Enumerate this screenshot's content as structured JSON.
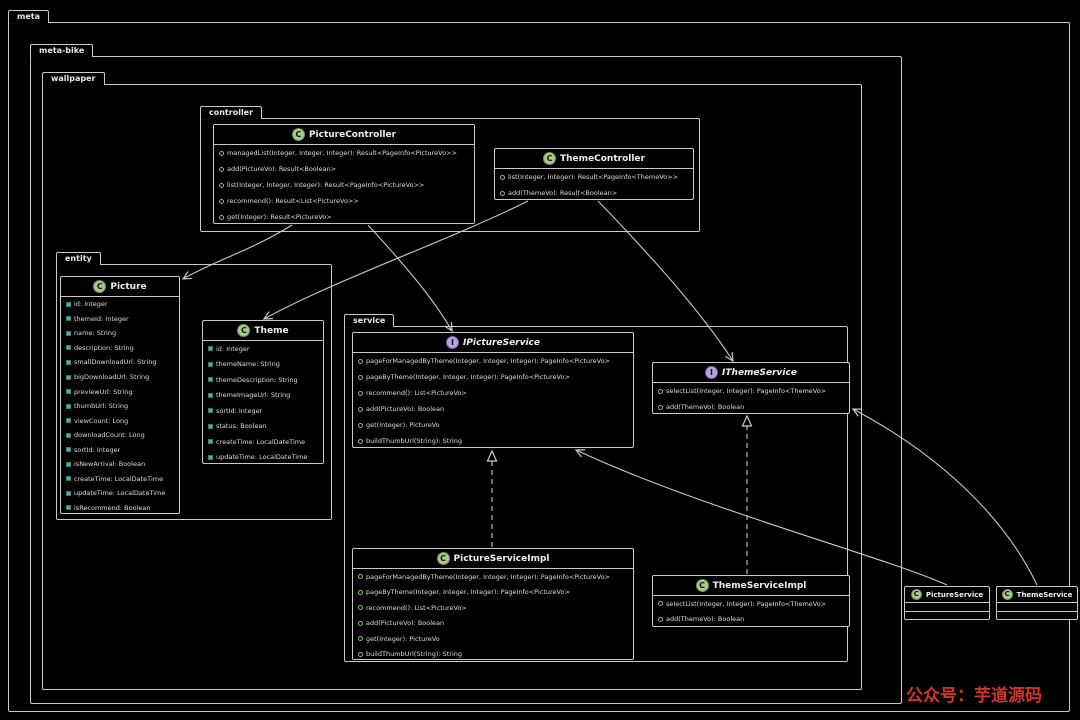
{
  "watermark": "公众号：芋道源码",
  "packages": {
    "meta": "meta",
    "metabike": "meta-bike",
    "wallpaper": "wallpaper",
    "controller": "controller",
    "entity": "entity",
    "service": "service"
  },
  "classes": {
    "pictureController": {
      "icon": "C",
      "name": "PictureController",
      "member_kind": "method",
      "members": [
        "managedList(Integer, Integer, Integer): Result<PageInfo<PictureVo>>",
        "add(PictureVo): Result<Boolean>",
        "list(Integer, Integer, Integer): Result<PageInfo<PictureVo>>",
        "recommend(): Result<List<PictureVo>>",
        "get(Integer): Result<PictureVo>"
      ]
    },
    "themeController": {
      "icon": "C",
      "name": "ThemeController",
      "member_kind": "method",
      "members": [
        "list(Integer, Integer): Result<PageInfo<ThemeVo>>",
        "add(ThemeVo): Result<Boolean>"
      ]
    },
    "picture": {
      "icon": "C",
      "name": "Picture",
      "member_kind": "field",
      "members": [
        "id: Integer",
        "themeId: Integer",
        "name: String",
        "description: String",
        "smallDownloadUrl: String",
        "bigDownloadUrl: String",
        "previewUrl: String",
        "thumbUrl: String",
        "viewCount: Long",
        "downloadCount: Long",
        "sortId: Integer",
        "isNewArrival: Boolean",
        "createTime: LocalDateTime",
        "updateTime: LocalDateTime",
        "isRecommend: Boolean"
      ]
    },
    "theme": {
      "icon": "C",
      "name": "Theme",
      "member_kind": "field",
      "members": [
        "id: Integer",
        "themeName: String",
        "themeDescription: String",
        "themeImageUrl: String",
        "sortId: Integer",
        "status: Boolean",
        "createTime: LocalDateTime",
        "updateTime: LocalDateTime"
      ]
    },
    "iPictureService": {
      "icon": "I",
      "name": "IPictureService",
      "member_kind": "method",
      "members": [
        "pageForManagedByTheme(Integer, Integer, Integer): PageInfo<PictureVo>",
        "pageByTheme(Integer, Integer, Integer): PageInfo<PictureVo>",
        "recommend(): List<PictureVo>",
        "add(PictureVo): Boolean",
        "get(Integer): PictureVo",
        "buildThumbUrl(String): String"
      ]
    },
    "iThemeService": {
      "icon": "I",
      "name": "IThemeService",
      "member_kind": "method",
      "members": [
        "selectList(Integer, Integer): PageInfo<ThemeVo>",
        "add(ThemeVo): Boolean"
      ]
    },
    "pictureServiceImpl": {
      "icon": "C",
      "name": "PictureServiceImpl",
      "member_kind": "method",
      "members": [
        "pageForManagedByTheme(Integer, Integer, Integer): PageInfo<PictureVo>",
        "pageByTheme(Integer, Integer, Integer): PageInfo<PictureVo>",
        "recommend(): List<PictureVo>",
        "add(PictureVo): Boolean",
        "get(Integer): PictureVo",
        "buildThumbUrl(String): String"
      ]
    },
    "themeServiceImpl": {
      "icon": "C",
      "name": "ThemeServiceImpl",
      "member_kind": "method",
      "members": [
        "selectList(Integer, Integer): PageInfo<ThemeVo>",
        "add(ThemeVo): Boolean"
      ]
    },
    "pictureServiceExt": {
      "icon": "C",
      "name": "PictureService",
      "member_kind": "method",
      "members": []
    },
    "themeServiceExt": {
      "icon": "C",
      "name": "ThemeService",
      "member_kind": "method",
      "members": []
    }
  },
  "relationships": [
    {
      "from": "PictureController",
      "to": "Picture",
      "type": "dependency"
    },
    {
      "from": "PictureController",
      "to": "IPictureService",
      "type": "dependency"
    },
    {
      "from": "ThemeController",
      "to": "Theme",
      "type": "dependency"
    },
    {
      "from": "ThemeController",
      "to": "IThemeService",
      "type": "dependency"
    },
    {
      "from": "PictureServiceImpl",
      "to": "IPictureService",
      "type": "realization"
    },
    {
      "from": "ThemeServiceImpl",
      "to": "IThemeService",
      "type": "realization"
    },
    {
      "from": "PictureService",
      "to": "IPictureService",
      "type": "association"
    },
    {
      "from": "ThemeService",
      "to": "IThemeService",
      "type": "association"
    }
  ],
  "colors": {
    "background": "#000000",
    "line": "#c9c9c9",
    "class_icon": "#a8c98b",
    "interface_icon": "#b6a3dc",
    "method_icon": "#7fc36a",
    "field_icon": "#4fb0a5",
    "watermark": "#d0342c"
  }
}
